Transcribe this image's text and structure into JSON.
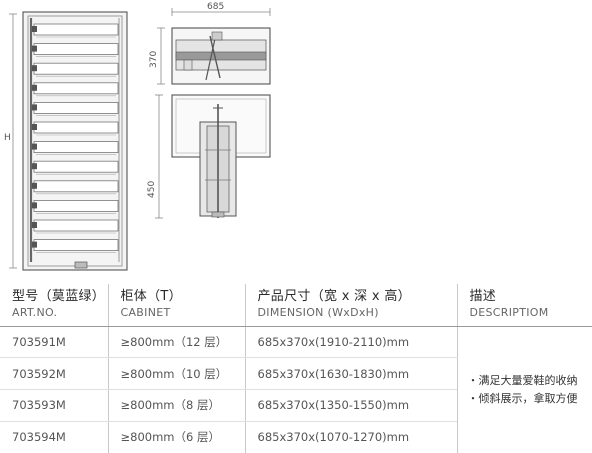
{
  "drawings": {
    "side_view": {
      "dimension_label": "H"
    },
    "top_view": {
      "width_label": "685",
      "depth_label": "370"
    },
    "open_view": {
      "depth_label": "450"
    }
  },
  "table": {
    "headers": [
      {
        "cn": "型号（莫蓝绿）",
        "en": "ART.NO."
      },
      {
        "cn": "柜体（T）",
        "en": "CABINET"
      },
      {
        "cn": "产品尺寸（宽 x 深 x 高）",
        "en": "DIMENSION (WxDxH)"
      },
      {
        "cn": "描述",
        "en": "DESCRIPTIOM"
      }
    ],
    "rows": [
      {
        "art_no": "703591M",
        "cabinet": "≥800mm（12 层）",
        "dimension": "685x370x(1910-2110)mm"
      },
      {
        "art_no": "703592M",
        "cabinet": "≥800mm（10 层）",
        "dimension": "685x370x(1630-1830)mm"
      },
      {
        "art_no": "703593M",
        "cabinet": "≥800mm（8 层）",
        "dimension": "685x370x(1350-1550)mm"
      },
      {
        "art_no": "703594M",
        "cabinet": "≥800mm（6 层）",
        "dimension": "685x370x(1070-1270)mm"
      }
    ],
    "description": [
      "・满足大量爱鞋的收纳",
      "・倾斜展示，拿取方便"
    ]
  }
}
